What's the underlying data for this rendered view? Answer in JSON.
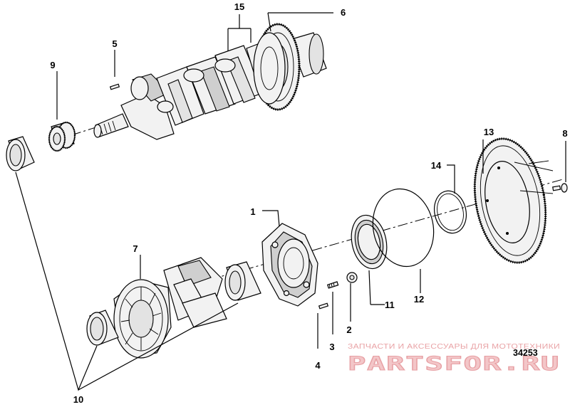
{
  "callouts": {
    "c1": "1",
    "c2": "2",
    "c3": "3",
    "c4": "4",
    "c5": "5",
    "c6": "6",
    "c7": "7",
    "c8": "8",
    "c9": "9",
    "c10": "10",
    "c11": "11",
    "c12": "12",
    "c13": "13",
    "c14": "14",
    "c15": "15"
  },
  "reference_number": "34253",
  "watermark": {
    "caption": "ЗАПЧАСТИ И АКСЕССУАРЫ ДЛЯ МОТОТЕХНИКИ",
    "brand": "PARTSFOR.RU",
    "color": "#e9a3a6"
  }
}
